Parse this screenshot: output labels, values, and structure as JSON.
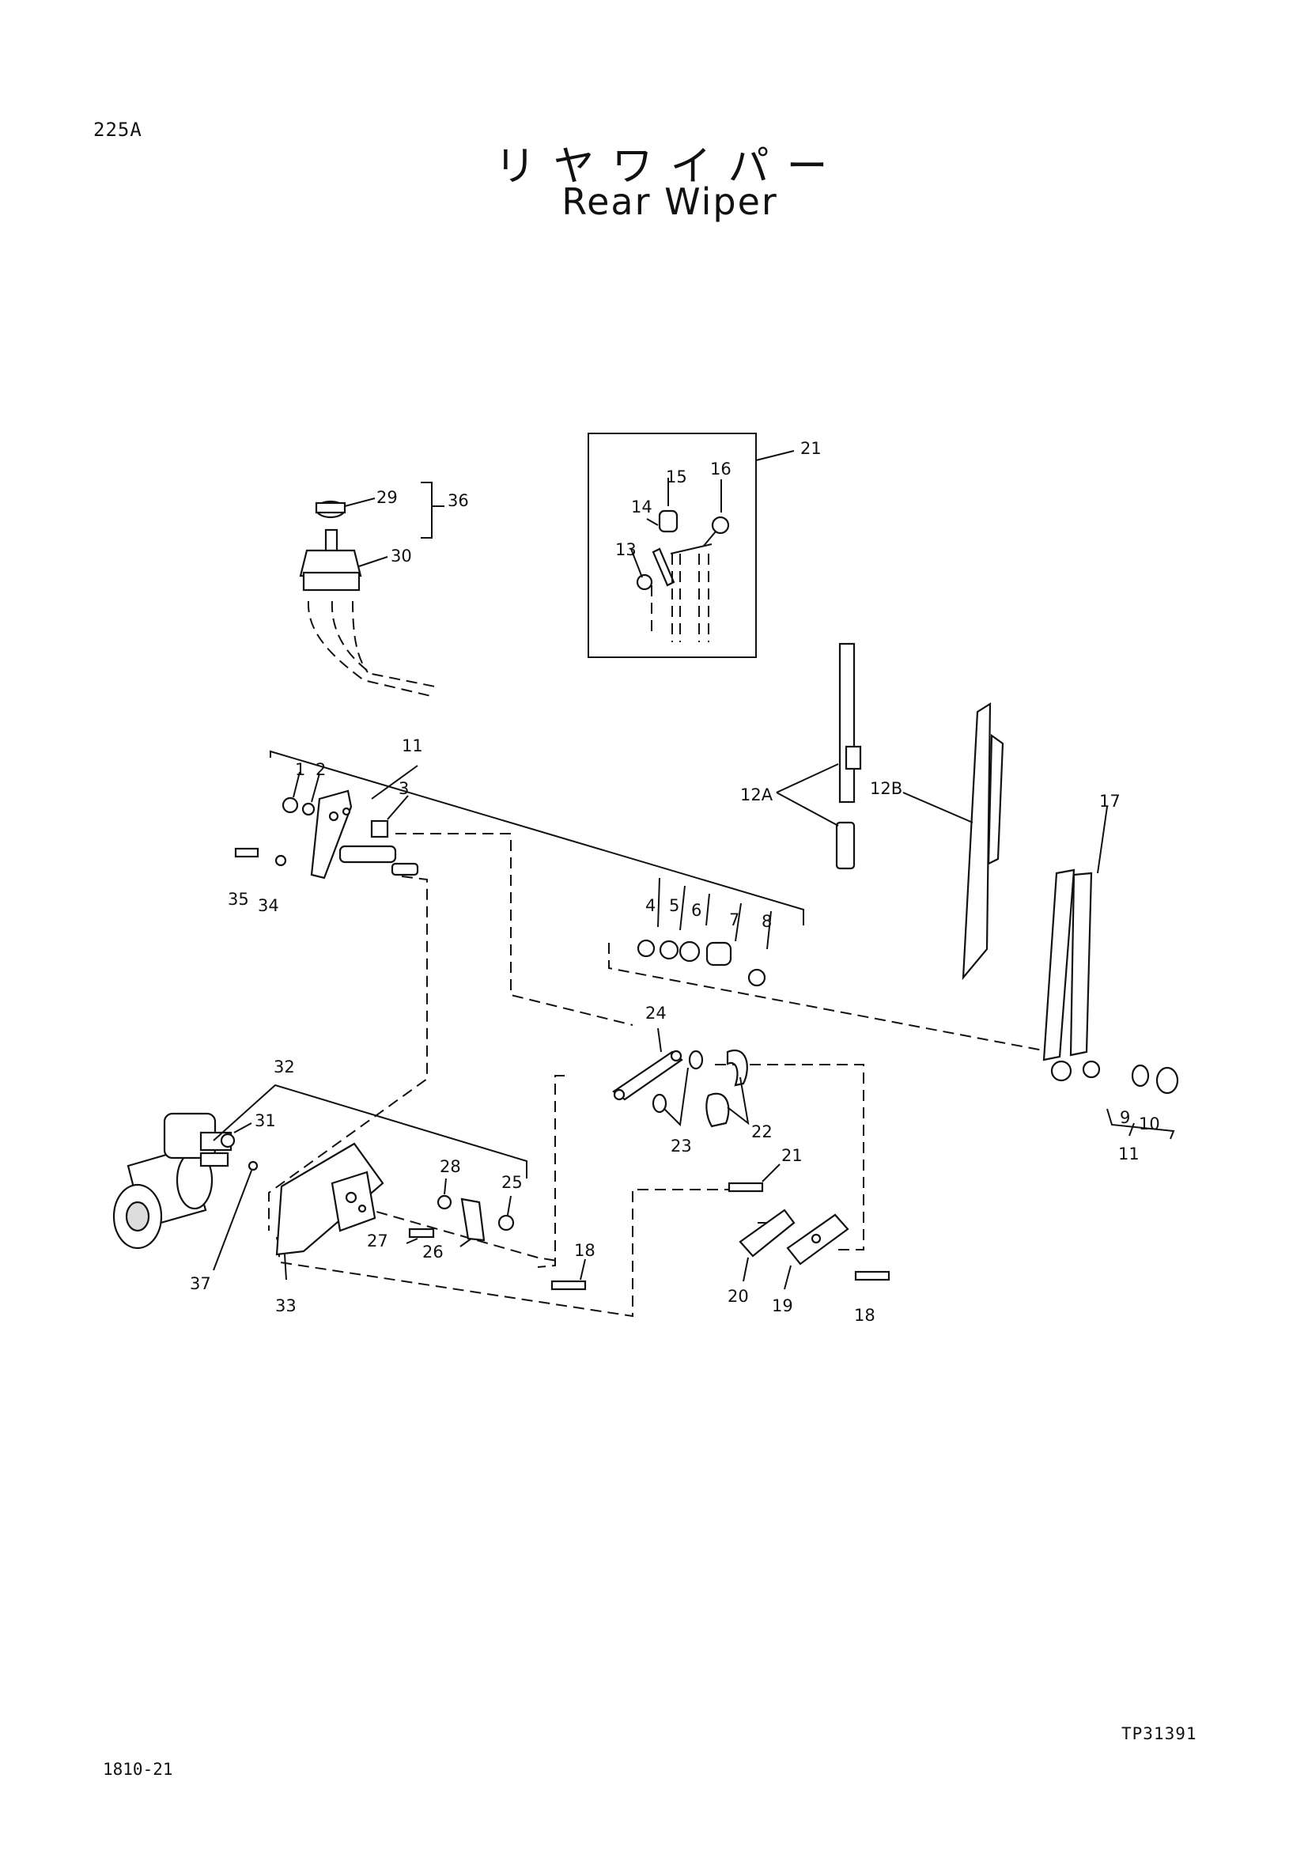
{
  "header": {
    "page_id": "225A",
    "title_jp": "リヤワイパー",
    "title_en": "Rear Wiper"
  },
  "footer": {
    "left_code": "1810-21",
    "right_code": "TP31391"
  },
  "callouts": {
    "c1": "1",
    "c2": "2",
    "c3": "3",
    "c4": "4",
    "c5": "5",
    "c6": "6",
    "c7": "7",
    "c8": "8",
    "c9": "9",
    "c10": "10",
    "c11a": "11",
    "c11b": "11",
    "c12a": "12A",
    "c12b": "12B",
    "c13": "13",
    "c14": "14",
    "c15": "15",
    "c16": "16",
    "c17": "17",
    "c18a": "18",
    "c18b": "18",
    "c19": "19",
    "c20": "20",
    "c21a": "21",
    "c21b": "21",
    "c22": "22",
    "c23": "23",
    "c24": "24",
    "c25": "25",
    "c26": "26",
    "c27": "27",
    "c28": "28",
    "c29": "29",
    "c30": "30",
    "c31": "31",
    "c32": "32",
    "c33": "33",
    "c34": "34",
    "c35": "35",
    "c36": "36",
    "c37": "37"
  },
  "colors": {
    "ink": "#111111",
    "paper": "#ffffff"
  }
}
